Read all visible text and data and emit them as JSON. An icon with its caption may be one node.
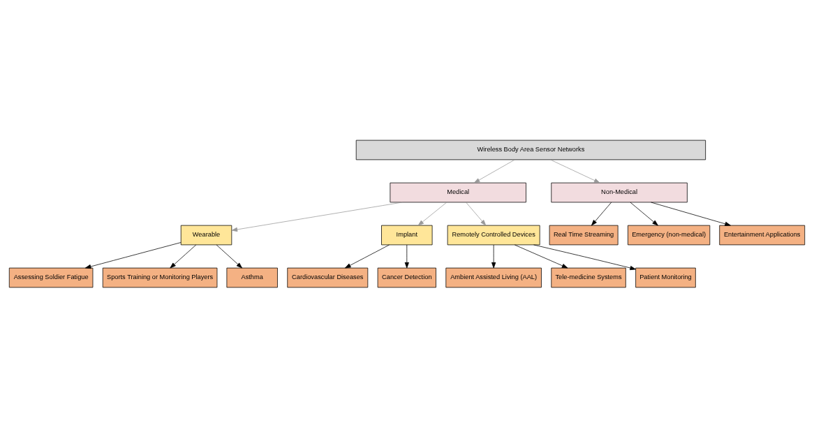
{
  "diagram": {
    "nodes": [
      {
        "text": [
          "Wireless Body Area Sensor Networks"
        ]
      },
      {
        "text": [
          "Medical"
        ]
      },
      {
        "text": [
          "Non-Medical"
        ]
      },
      {
        "text": [
          "Wearable"
        ]
      },
      {
        "text": [
          "Implant"
        ]
      },
      {
        "text": [
          "Remotely Controlled Devices"
        ]
      },
      {
        "text": [
          "Assessing Soldier Fatigue"
        ]
      },
      {
        "text": [
          "Sports Training or Monitoring Players"
        ]
      },
      {
        "text": [
          "Asthma"
        ]
      },
      {
        "text": [
          "Cardiovascular Diseases"
        ]
      },
      {
        "text": [
          "Cancer Detection"
        ]
      },
      {
        "text": [
          "Ambient Assisted Living (AAL)"
        ]
      },
      {
        "text": [
          "Tele-medicine Systems"
        ]
      },
      {
        "text": [
          "Patient Monitoring"
        ]
      },
      {
        "text": [
          "Real Time Streaming"
        ]
      },
      {
        "text": [
          "Emergency (non-medical)"
        ]
      },
      {
        "text": [
          "Entertainment Applications"
        ]
      }
    ],
    "edges": [
      {
        "from": 0,
        "to": 1,
        "arrow": "to",
        "color": "#999999"
      },
      {
        "from": 0,
        "to": 2,
        "arrow": "to",
        "color": "#999999"
      },
      {
        "from": 1,
        "to": 3,
        "arrow": "to",
        "color": "#999999"
      },
      {
        "from": 1,
        "to": 4,
        "arrow": "to",
        "color": "#999999"
      },
      {
        "from": 1,
        "to": 5,
        "arrow": "to",
        "color": "#999999"
      },
      {
        "from": 3,
        "to": 6,
        "arrow": "to"
      },
      {
        "from": 3,
        "to": 7,
        "arrow": "to"
      },
      {
        "from": 3,
        "to": 8,
        "arrow": "to"
      },
      {
        "from": 4,
        "to": 9,
        "arrow": "to"
      },
      {
        "from": 4,
        "to": 10,
        "arrow": "to"
      },
      {
        "from": 5,
        "to": 11,
        "arrow": "to"
      },
      {
        "from": 5,
        "to": 12,
        "arrow": "to"
      },
      {
        "from": 5,
        "to": 13,
        "arrow": "to"
      },
      {
        "from": 2,
        "to": 14,
        "arrow": "to"
      },
      {
        "from": 2,
        "to": 15,
        "arrow": "to"
      },
      {
        "from": 2,
        "to": 16,
        "arrow": "to"
      }
    ]
  }
}
